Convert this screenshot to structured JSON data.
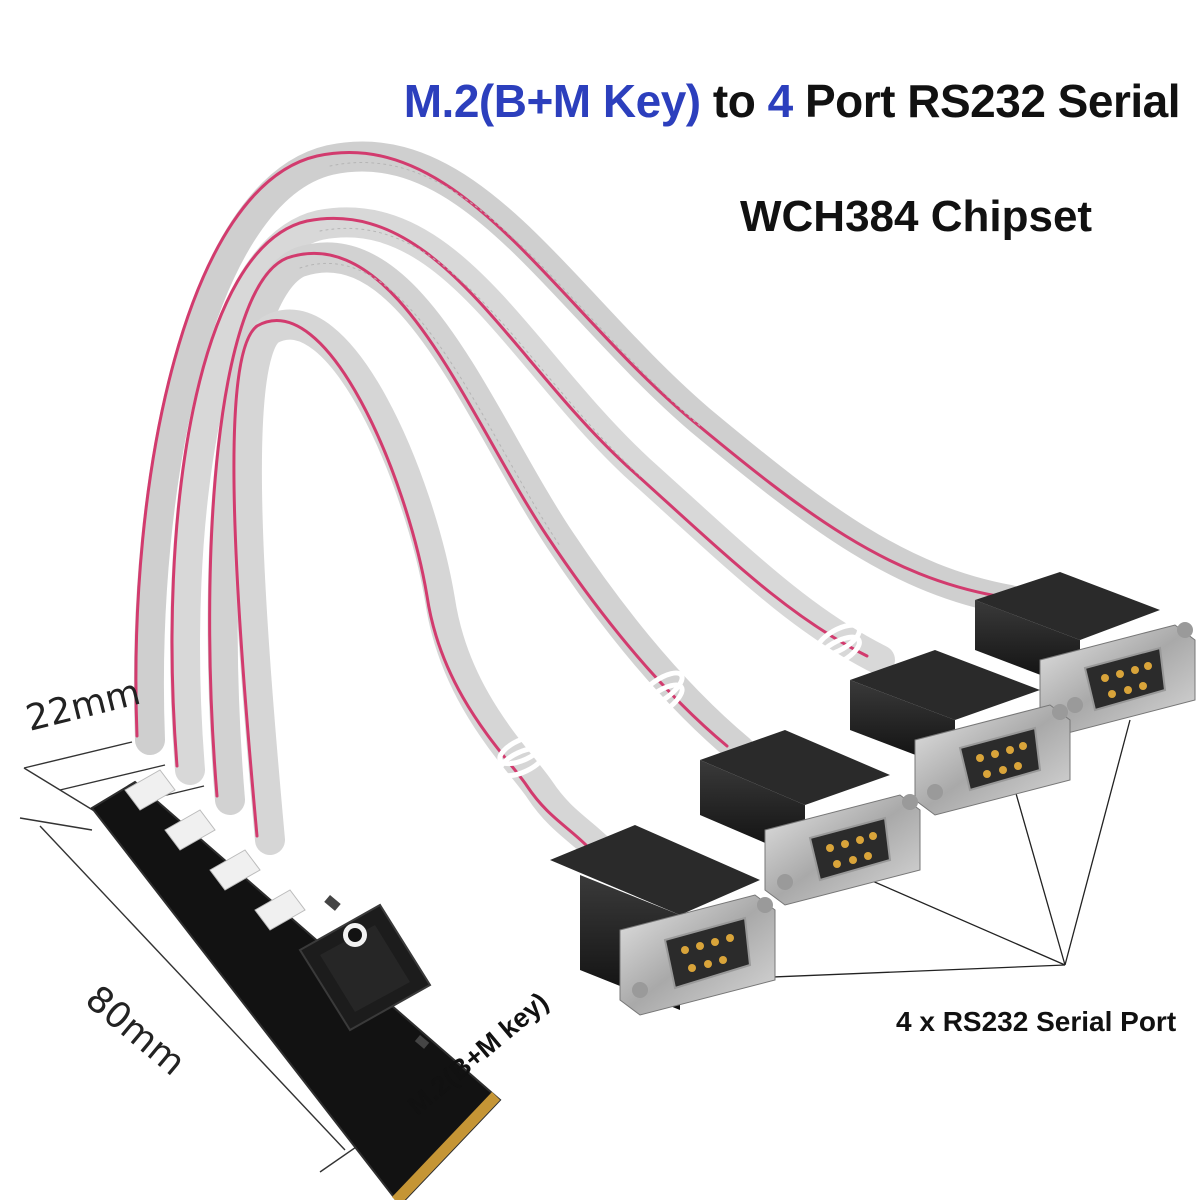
{
  "title": {
    "part1": "M.2(B+M Key)",
    "part2": " to ",
    "part3": "4",
    "part4": " Port RS232 Serial"
  },
  "subtitle": "WCH384 Chipset",
  "dimensions": {
    "width": "22mm",
    "length": "80mm"
  },
  "card_label": "M.2(B+M key)",
  "ports_label": "4 x RS232 Serial Port",
  "colors": {
    "title_accent": "#2c3fbd",
    "pcb": "#121212",
    "cable": "#d5d5d5",
    "cable_stripe": "#d23b6e",
    "connector": "#1a1a1a",
    "metal": "#b8b8b8",
    "gold": "#d9a43a"
  }
}
